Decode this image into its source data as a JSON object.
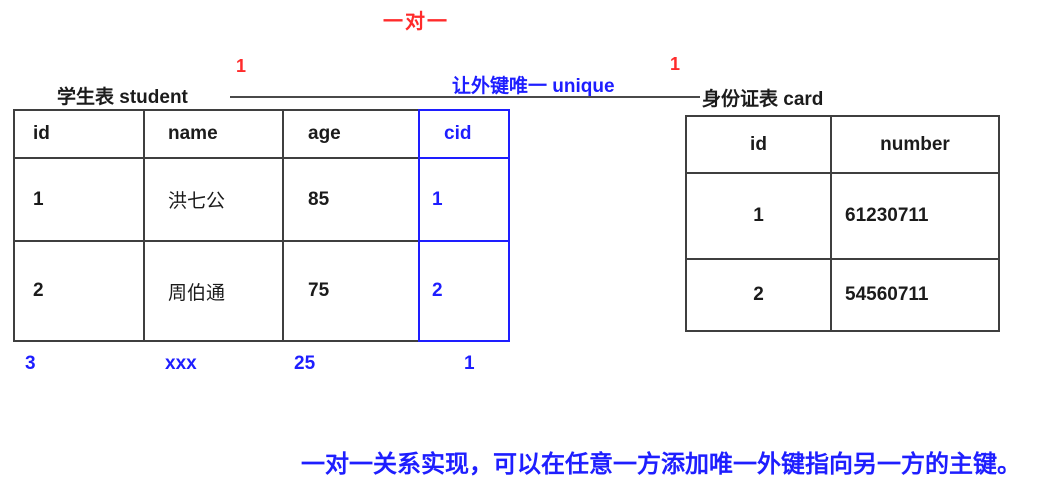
{
  "title": "一对一",
  "relationship": {
    "left_cardinality": "1",
    "right_cardinality": "1",
    "line_label": "让外键唯一 unique"
  },
  "student_table": {
    "label": "学生表 student",
    "columns": [
      "id",
      "name",
      "age",
      "cid"
    ],
    "rows": [
      [
        "1",
        "洪七公",
        "85",
        "1"
      ],
      [
        "2",
        "周伯通",
        "75",
        "2"
      ]
    ],
    "pending_row": [
      "3",
      "xxx",
      "25",
      "1"
    ]
  },
  "card_table": {
    "label": "身份证表 card",
    "columns": [
      "id",
      "number"
    ],
    "rows": [
      [
        "1",
        "61230711"
      ],
      [
        "2",
        "54560711"
      ]
    ]
  },
  "note": "一对一关系实现，可以在任意一方添加唯一外键指向另一方的主键。",
  "colors": {
    "red": "#ff2b2b",
    "blue": "#1e1eff",
    "table_border": "#3f3f3f"
  }
}
